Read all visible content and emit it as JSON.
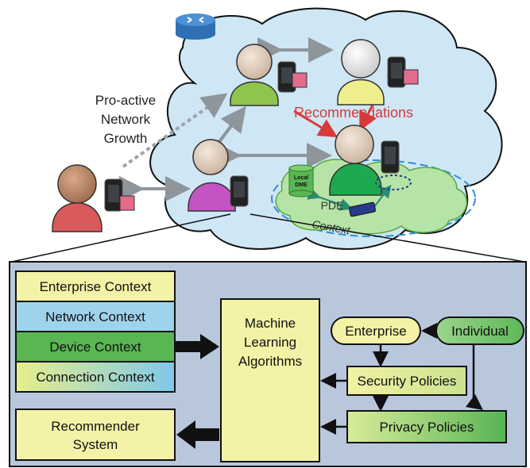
{
  "network": {
    "proactive_line1": "Pro-active",
    "proactive_line2": "Network",
    "proactive_line3": "Growth",
    "recommendations": "Recommendations",
    "local_dme_line1": "Local",
    "local_dme_line2": "DME",
    "pde": "PDE",
    "context": "Context"
  },
  "contexts": [
    {
      "label": "Enterprise Context",
      "color": "#f4f2a6"
    },
    {
      "label": "Network Context",
      "color": "#9fd3ec"
    },
    {
      "label": "Device Context",
      "color": "#5ab553"
    },
    {
      "label": "Connection Context",
      "color": "#c7e07a"
    }
  ],
  "ml": {
    "line1": "Machine",
    "line2": "Learning",
    "line3": "Algorithms"
  },
  "recommender": {
    "line1": "Recommender",
    "line2": "System"
  },
  "policy": {
    "enterprise": "Enterprise",
    "individual": "Individual",
    "security": "Security Policies",
    "privacy": "Privacy Policies"
  },
  "colors": {
    "cloud": "#cfe6f5",
    "panel": "#b9c7dd",
    "recommendations": "#d83a3a",
    "pde_area": "#b6e3a6"
  }
}
